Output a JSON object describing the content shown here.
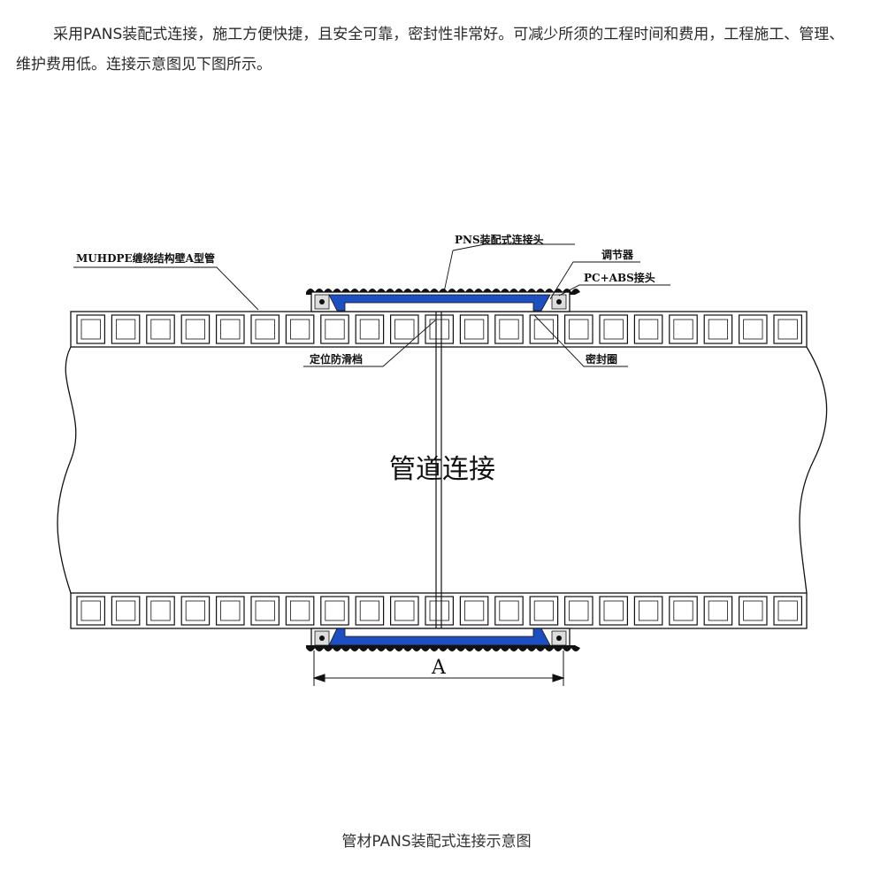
{
  "intro": {
    "text": "采用PANS装配式连接，施工方便快捷，且安全可靠，密封性非常好。可减少所须的工程时间和费用，工程施工、管理、维护费用低。连接示意图见下图所示。"
  },
  "diagram": {
    "labels": {
      "pipe": "MUHDPE缠绕结构壁A型管",
      "connector": "PNS装配式连接头",
      "regulator": "调节器",
      "pc_abs": "PC+ABS接头",
      "anti_slip": "定位防滑档",
      "seal_ring": "密封圈",
      "center": "管道连接",
      "dimension": "A"
    },
    "colors": {
      "seal_blue": "#1e4fc0",
      "line": "#111111"
    }
  },
  "caption": {
    "text": "管材PANS装配式连接示意图"
  }
}
